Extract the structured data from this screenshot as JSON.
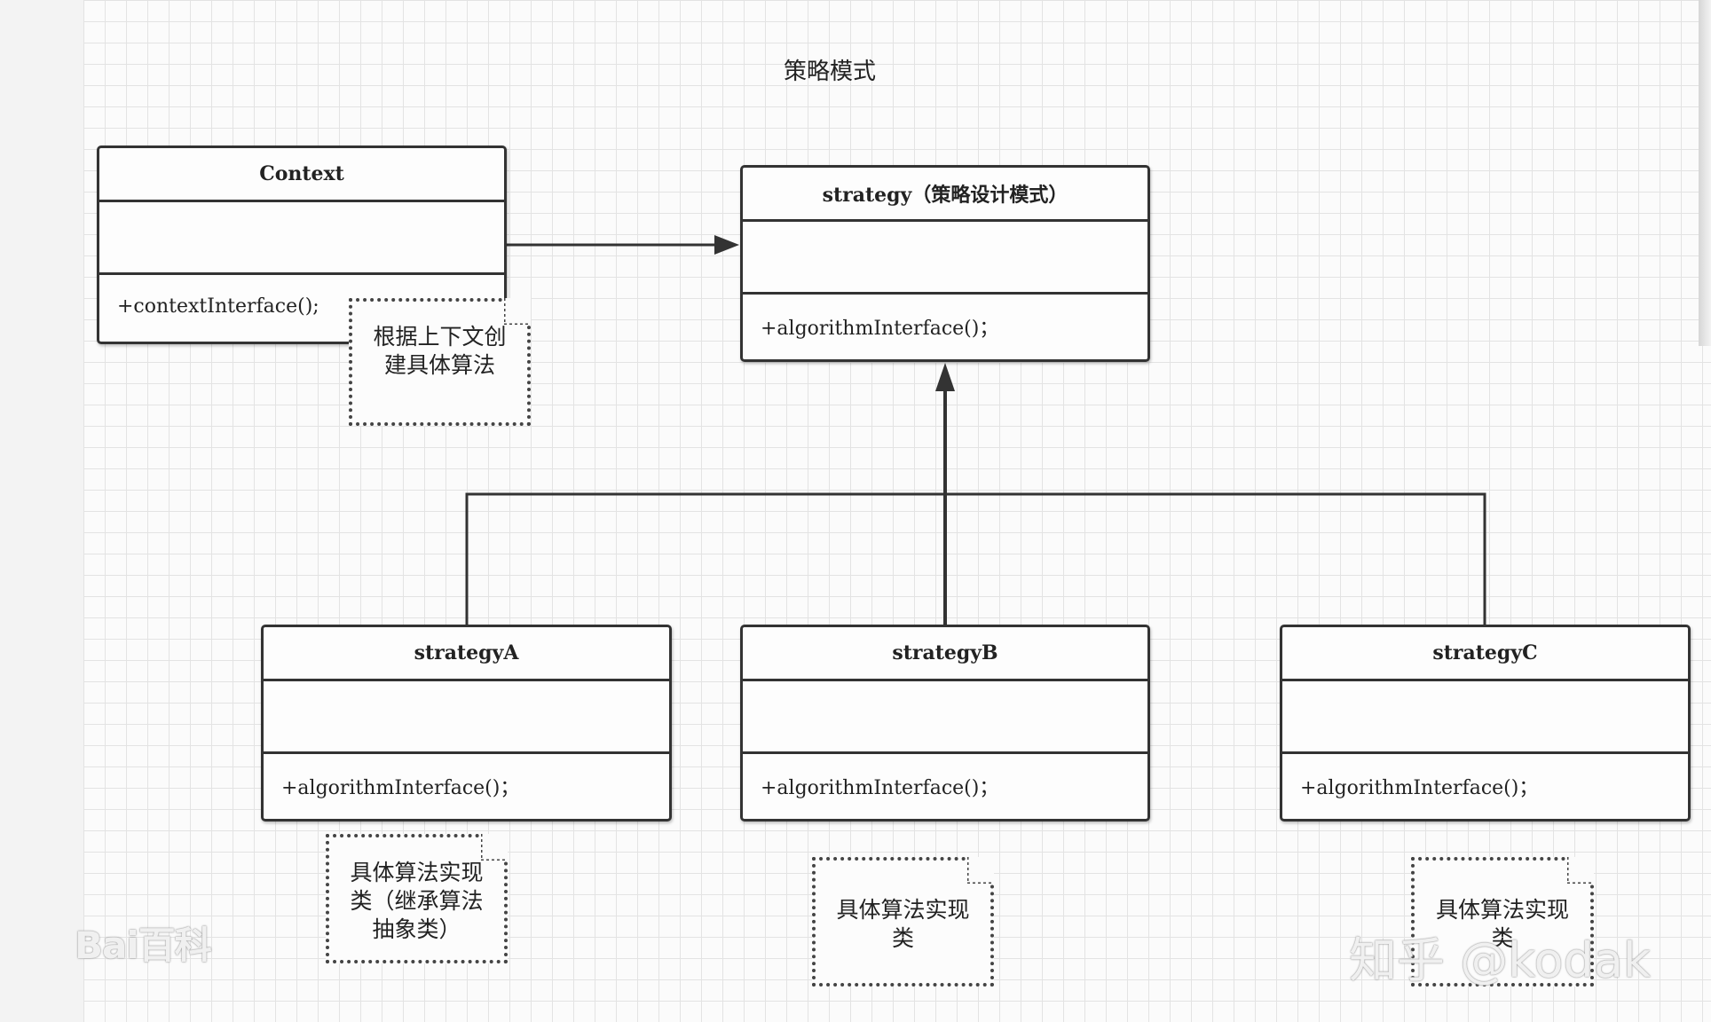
{
  "title": "策略模式",
  "classes": {
    "context": {
      "name": "Context",
      "operation": "+contextInterface();"
    },
    "strategy": {
      "name": "strategy（策略设计模式）",
      "operation": "+algorithmInterface()；"
    },
    "strategy_a": {
      "name": "strategyA",
      "operation": "+algorithmInterface()；"
    },
    "strategy_b": {
      "name": "strategyB",
      "operation": "+algorithmInterface()；"
    },
    "strategy_c": {
      "name": "strategyC",
      "operation": "+algorithmInterface()；"
    }
  },
  "notes": {
    "context_note": [
      "根据上下文创",
      "建具体算法"
    ],
    "note_a": [
      "具体算法实现",
      "类（继承算法",
      "抽象类）"
    ],
    "note_b": [
      "具体算法实现",
      "类"
    ],
    "note_c": [
      "具体算法实现",
      "类"
    ]
  },
  "watermarks": {
    "baidu": "Bai百科",
    "zhihu": "知乎 @kodak"
  }
}
